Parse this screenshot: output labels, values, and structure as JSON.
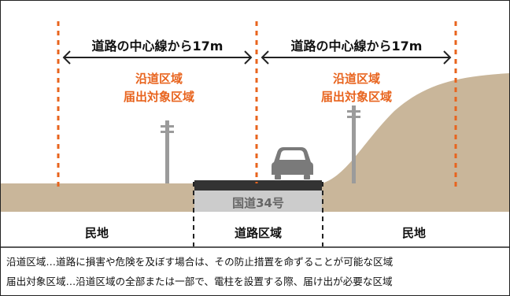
{
  "diagram": {
    "distance_label_left": "道路の中心線から17m",
    "distance_label_right": "道路の中心線から17m",
    "zone_left": {
      "line1": "沿道区域",
      "line2": "届出対象区域"
    },
    "zone_right": {
      "line1": "沿道区域",
      "line2": "届出対象区域"
    },
    "road_name": "国道34号",
    "areas": {
      "left": "民地",
      "center": "道路区域",
      "right": "民地"
    }
  },
  "notes": [
    "沿道区域…道路に損害や危険を及ぼす場合は、その防止措置を命ずることが可能な区域",
    "届出対象区域…沿道区域の全部または一部で、電柱を設置する際、届け出が必要な区域"
  ],
  "colors": {
    "accent": "#e8641e",
    "ground": "#c9b69a",
    "road": "#333333",
    "pole": "#9b9b9b",
    "road_area": "#cccccc",
    "text": "#111111",
    "label_grey": "#666666"
  }
}
